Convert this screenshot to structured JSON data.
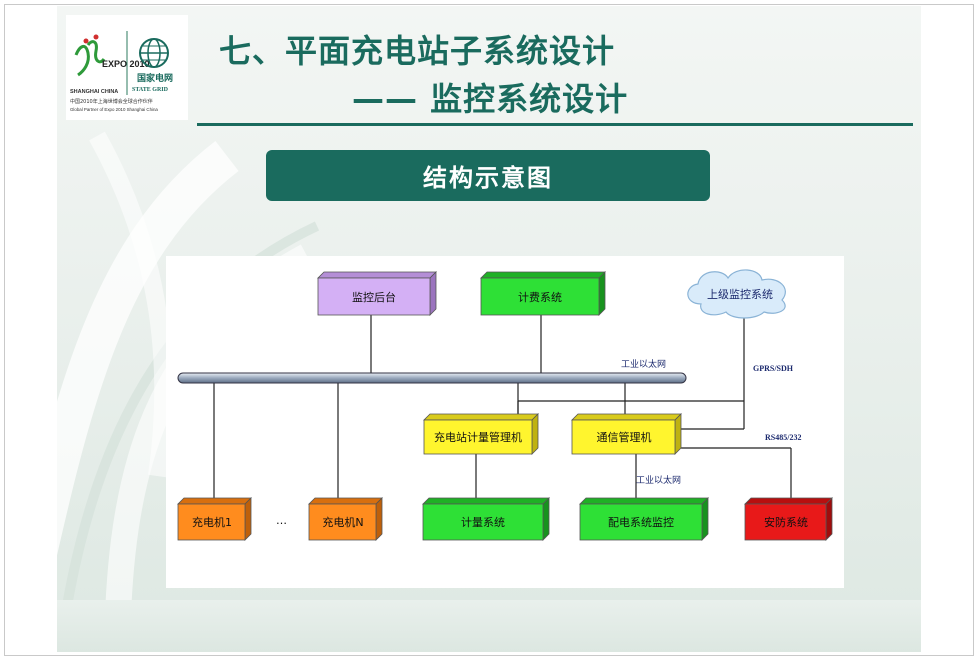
{
  "slide": {
    "title_line1": "七、平面充电站子系统设计",
    "title_line2": "—— 监控系统设计",
    "banner": "结构示意图",
    "colors": {
      "theme": "#1a6b5e",
      "purple": "#cfa6f2",
      "green": "#26d42f",
      "yellow": "#fff22a",
      "orange": "#ff8a19",
      "red": "#e51717",
      "cloud": "#cfe4f7"
    }
  },
  "logo": {
    "expo_mark": "EXPO 2010",
    "expo_city": "SHANGHAI CHINA",
    "grid_cn": "国家电网",
    "grid_en": "STATE GRID",
    "partner_cn": "中国2010年上海世博会全球合作伙伴",
    "partner_en": "Global Partner of Expo 2010 Shanghai China"
  },
  "diagram": {
    "nodes": {
      "monitor_backend": "监控后台",
      "billing": "计费系统",
      "upper_monitor": "上级监控系统",
      "station_meter_mgr": "充电站计量管理机",
      "comm_mgr": "通信管理机",
      "charger_1": "充电机1",
      "ellipsis": "…",
      "charger_n": "充电机N",
      "metering": "计量系统",
      "distribution_monitor": "配电系统监控",
      "security": "安防系统"
    },
    "labels": {
      "ethernet_bus": "工业以太网",
      "gprs": "GPRS/SDH",
      "rs485": "RS485/232",
      "ethernet_lower": "工业以太网"
    }
  }
}
